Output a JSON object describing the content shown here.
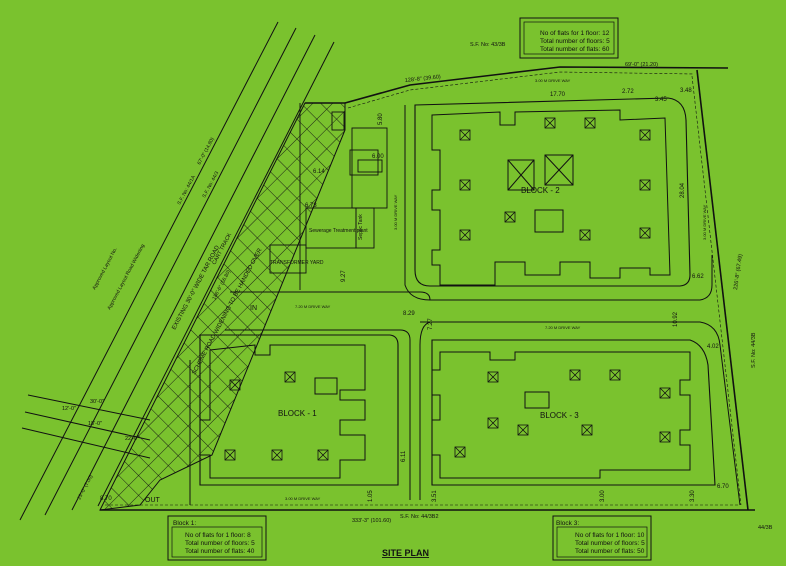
{
  "title": "SITE PLAN",
  "survey_labels": {
    "top": "S.F. No: 43/3B",
    "right": "S.F. No: 44/3B",
    "bottom_center": "S.F. No: 44/3B2",
    "bottom_right": "44/3B",
    "road_side_1": "S.F. No: 44/1A",
    "road_side_2": "S.F. No: 44/3"
  },
  "block_2_info": {
    "flats_per_floor": "No of flats for 1 floor: 12",
    "floors": "Total number of floors: 5",
    "total_flats": "Total number of flats: 60"
  },
  "block_1_info": {
    "heading": "Block 1:",
    "flats_per_floor": "No of flats for 1 floor: 8",
    "floors": "Total number of floors: 5",
    "total_flats": "Total number of flats: 40"
  },
  "block_3_info": {
    "heading": "Block 3:",
    "flats_per_floor": "No of flats for 1 floor: 10",
    "floors": "Total number of floors: 5",
    "total_flats": "Total number of flats: 50"
  },
  "blocks": {
    "block1": "BLOCK - 1",
    "block2": "BLOCK - 2",
    "block3": "BLOCK - 3"
  },
  "facilities": {
    "transformer": "TRANSFORMER YARD",
    "sewage": "Sewerage Treatment plant",
    "septic": "Septic Tank"
  },
  "roads": {
    "existing_road": "EXISTING 30'-0\" WIDE TAR ROAD",
    "cart_track": "CART TRACK",
    "scheme_road": "SCHEME ROAD WIDENING TO BE HANDED OVER",
    "approved_layout": "Approved Layout Road Widening",
    "approved_layout_no": "Approved Layout No.",
    "drive_way_1": "7.20 M DRIVE WAY",
    "drive_way_2": "7.20 M DRIVE WAY",
    "drive_bottom": "3.00 M DRIVE WAY",
    "drive_top": "3.00 M DRIVE WAY",
    "drive_left": "3.00 M DRIVE WAY",
    "drive_right": "3.00 M DRIVE WAY"
  },
  "gates": {
    "out": "OUT",
    "in": "IN"
  },
  "boundary": {
    "top_length": "128'-8\" (39.60)",
    "top_right_length": "69'-0\" (21.20)",
    "right_length": "226'-8\" (67.49)",
    "bottom_length": "333'-3\" (101.60)",
    "left_length": "67'-0\" (14.80)",
    "left_lower": "186'-6\" (56.80)",
    "bottom_left": "23'-0\" (7.00)",
    "road_w1": "30'-0\"",
    "road_w2": "12'-0\"",
    "road_w3": "18'-0\"",
    "road_w4": "22'-0\""
  },
  "dimensions": {
    "d1770": "17.70",
    "d272": "2.72",
    "d345": "3.45",
    "d348": "3.48",
    "d580": "5.80",
    "d600": "6.00",
    "d614": "6.14",
    "d673": "6.73",
    "d927": "9.27",
    "d829": "8.29",
    "d727": "7.27",
    "d1092": "10.92",
    "d2804": "28.04",
    "d662": "6.62",
    "d402": "4.02",
    "d611": "6.11",
    "d670": "6.70",
    "d870": "8.70",
    "d105": "1.05",
    "d351": "3.51",
    "d300": "3.00",
    "d330": "3.30"
  }
}
